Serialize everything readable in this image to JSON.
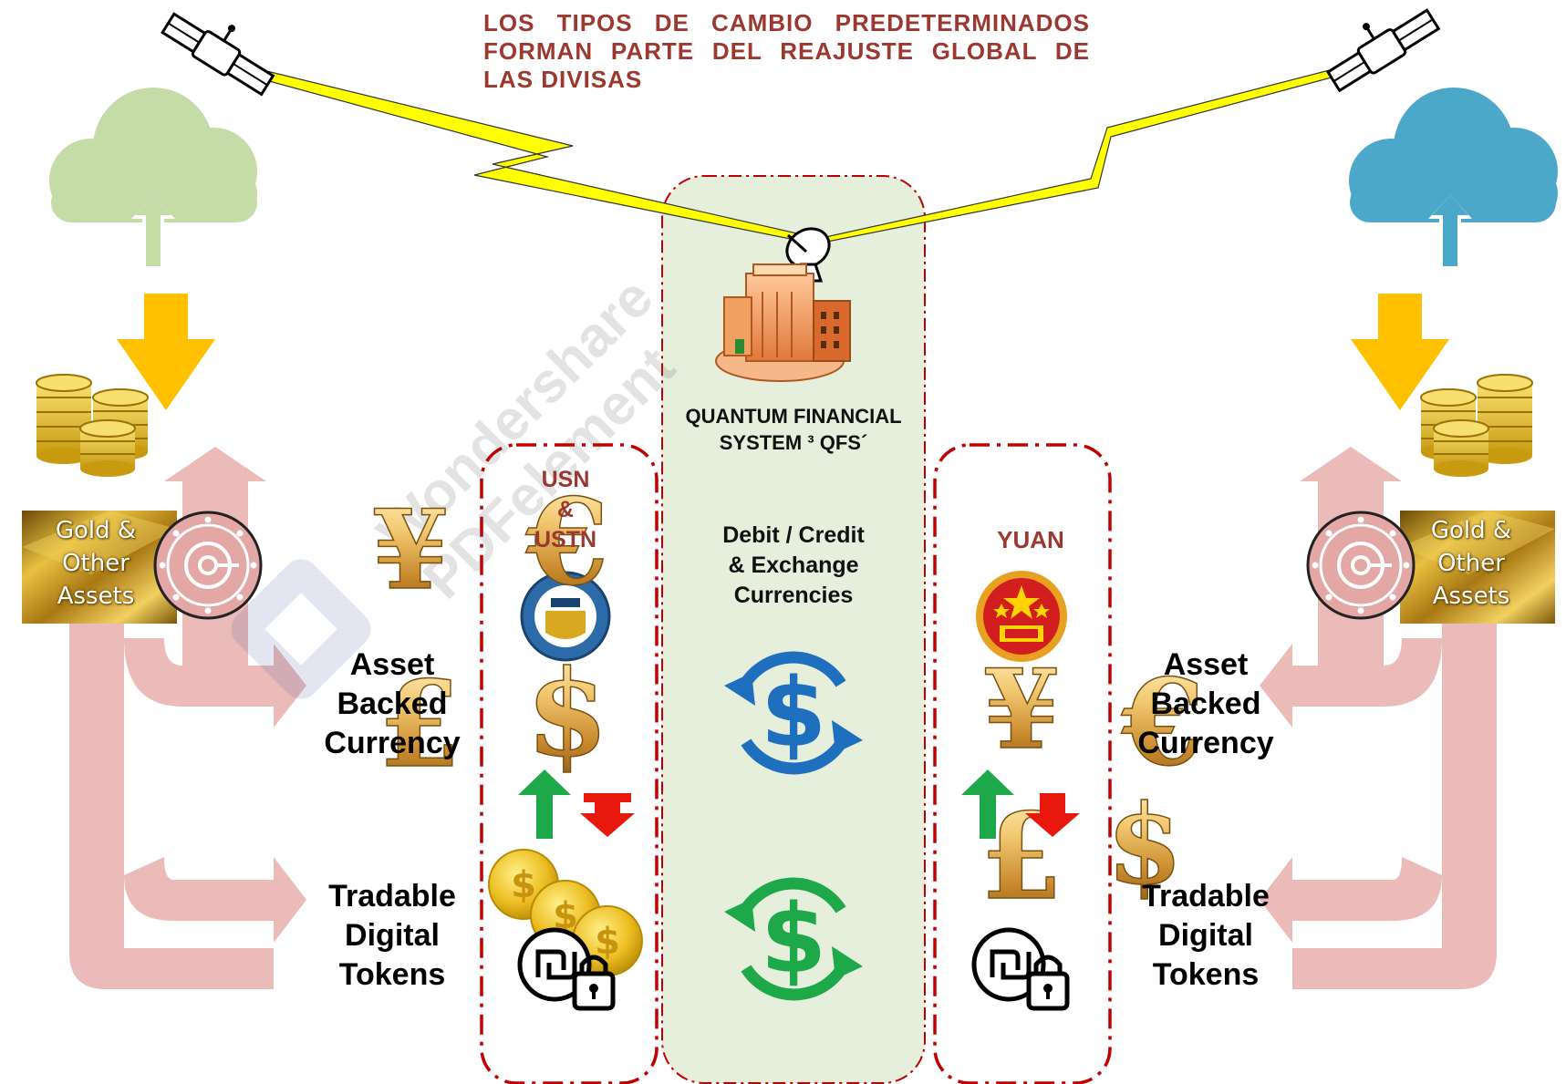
{
  "title": "LOS TIPOS DE CAMBIO PREDETERMINADOS FORMAN PARTE DEL REAJUSTE GLOBAL DE LAS DIVISAS",
  "center": {
    "system_name_line1": "QUANTUM FINANCIAL",
    "system_name_line2": "SYSTEM ³ QFS´",
    "label_line1": "Debit / Credit",
    "label_line2": "& Exchange",
    "label_line3": "Currencies"
  },
  "left": {
    "currency_line1": "USN",
    "currency_line2": "&",
    "currency_line3": "USTN",
    "gold_line1": "Gold &",
    "gold_line2": "Other",
    "gold_line3": "Assets",
    "abc_line1": "Asset",
    "abc_line2": "Backed",
    "abc_line3": "Currency",
    "tdt_line1": "Tradable",
    "tdt_line2": "Digital",
    "tdt_line3": "Tokens"
  },
  "right": {
    "currency": "YUAN",
    "gold_line1": "Gold &",
    "gold_line2": "Other",
    "gold_line3": "Assets",
    "abc_line1": "Asset",
    "abc_line2": "Backed",
    "abc_line3": "Currency",
    "tdt_line1": "Tradable",
    "tdt_line2": "Digital",
    "tdt_line3": "Tokens"
  },
  "symbols": {
    "yen": "¥",
    "euro": "€",
    "pound": "£",
    "dollar": "$",
    "shekel": "₪"
  },
  "watermark_line1": "Wondershare",
  "watermark_line2": "PDFelement",
  "colors": {
    "title": "#9B3830",
    "currency_label": "#9B3830",
    "center_panel": "#E6EEDC",
    "dashed_border": "#C00000",
    "pink_arrow": "#E8B4B2",
    "gold_arrow": "#FFC000",
    "green_cloud": "#C5DBA8",
    "blue_cloud": "#4BA8C8",
    "blue_exchange": "#1F6FBF",
    "green_exchange": "#1DA84A",
    "lightning": "#FFFF00",
    "up_arrow": "#1DA84A",
    "down_arrow": "#E8180C"
  },
  "icons": [
    "satellite-icon",
    "cloud-upload-icon",
    "coin-stack-icon",
    "gold-bar-icon",
    "vault-icon",
    "satellite-dish-icon",
    "bank-building-icon",
    "treasury-seal-icon",
    "china-emblem-icon",
    "currency-exchange-icon",
    "gold-coins-icon",
    "shekel-lock-icon",
    "lightning-icon"
  ]
}
